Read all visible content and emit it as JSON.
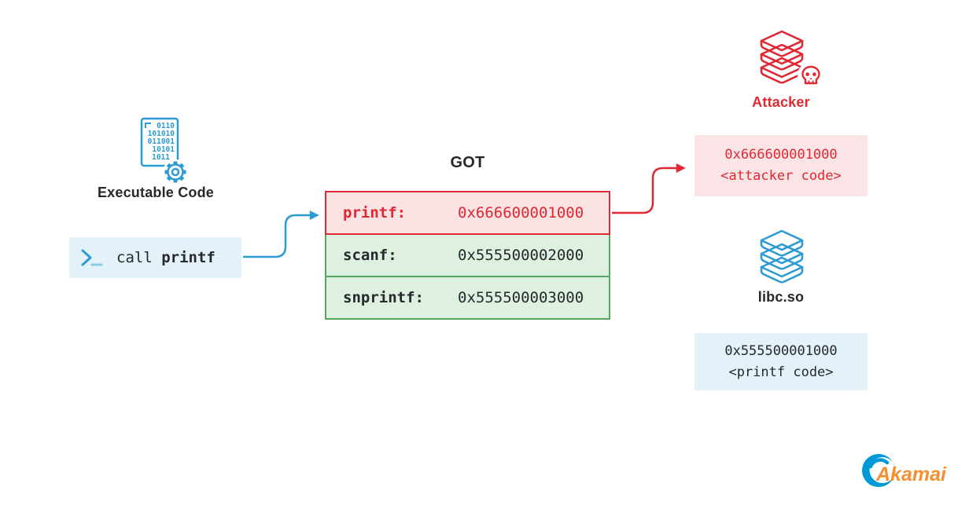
{
  "colors": {
    "blue": "#2d9bd3",
    "light_blue_bg": "#e3f2f9",
    "red": "#e02833",
    "light_red_bg": "#fbe3e5",
    "green": "#57a85c",
    "light_green_bg": "#def0e0",
    "dark_text": "#26282b",
    "logo_orange": "#f68d2e",
    "logo_blue": "#0099d8"
  },
  "executable": {
    "label": "Executable Code",
    "icon_lines": [
      "0110",
      "101010",
      "011001",
      "10101",
      "1011"
    ],
    "call_prefix": "call ",
    "call_function": "printf"
  },
  "got": {
    "title": "GOT",
    "rows": [
      {
        "label": "printf:",
        "value": "0x666600001000",
        "state": "hijacked"
      },
      {
        "label": "scanf:",
        "value": "0x555500002000",
        "state": "normal"
      },
      {
        "label": "snprintf:",
        "value": "0x555500003000",
        "state": "normal"
      }
    ]
  },
  "attacker": {
    "label": "Attacker",
    "address": "0x666600001000",
    "code": "<attacker code>"
  },
  "libc": {
    "label": "libc.so",
    "address": "0x555500001000",
    "code": "<printf code>"
  },
  "logo": {
    "text": "Akamai"
  }
}
